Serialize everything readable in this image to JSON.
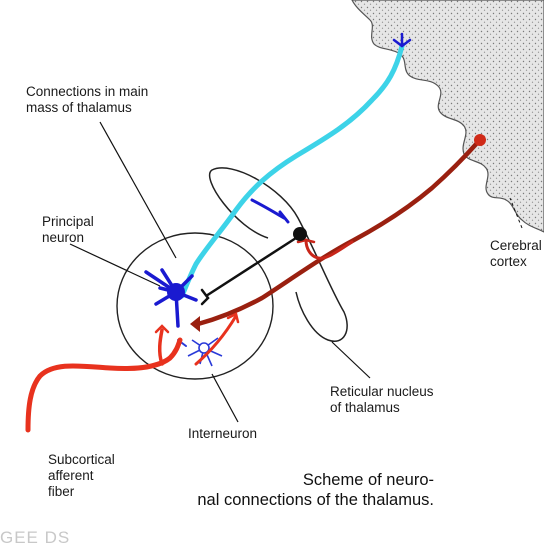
{
  "labels": {
    "connections": "Connections in main\nmass of thalamus",
    "principal_neuron": "Principal\nneuron",
    "cerebral_cortex": "Cerebral\ncortex",
    "reticular_nucleus": "Reticular nucleus\nof thalamus",
    "interneuron": "Interneuron",
    "subcortical_fiber": "Subcortical\nafferent\nfiber"
  },
  "caption": {
    "line1": "Scheme of neuro-",
    "line2": "nal connections of the thalamus."
  },
  "footer": "GEE DS",
  "colors": {
    "cortex_fill": "#d9d9d9",
    "cortical_input": "#3dd3e8",
    "principal_neuron": "#1a1ad0",
    "reticular_axon": "#1a1a1a",
    "afferent_fiber": "#e8321e",
    "corticothalamic": "#9a2010"
  }
}
